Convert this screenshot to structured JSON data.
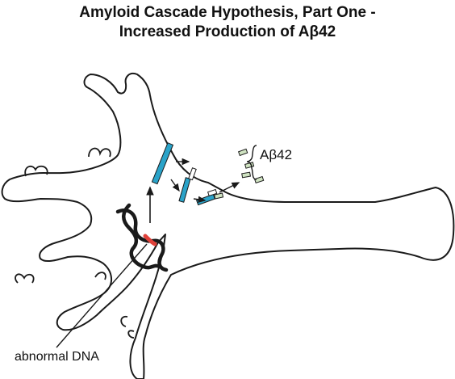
{
  "title": {
    "line1": "Amyloid Cascade Hypothesis, Part One -",
    "line2": "Increased Production of Aβ42"
  },
  "labels": {
    "abeta": "Aβ42",
    "dna": "abnormal DNA"
  },
  "colors": {
    "outline": "#1a1a1a",
    "membrane_protein": "#2aa3c9",
    "abeta_fragment": "#cfe3c1",
    "mutation": "#e0413a",
    "background": "#ffffff"
  }
}
